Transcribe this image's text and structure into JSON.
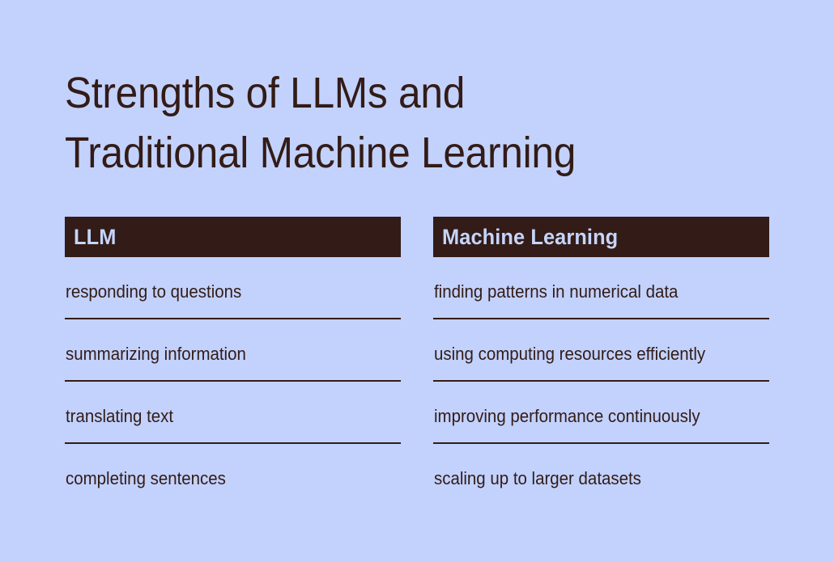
{
  "slide": {
    "background_color": "#c2d2fd",
    "accent_color": "#331b17",
    "header_text_color": "#c5d5fc",
    "title": "Strengths of LLMs and\nTraditional Machine Learning"
  },
  "columns": [
    {
      "header": "LLM",
      "items": [
        "responding to questions",
        "summarizing information",
        "translating text",
        "completing sentences"
      ]
    },
    {
      "header": "Machine Learning",
      "items": [
        "finding patterns in numerical data",
        "using computing resources efficiently",
        "improving performance continuously",
        "scaling up to larger datasets"
      ]
    }
  ]
}
